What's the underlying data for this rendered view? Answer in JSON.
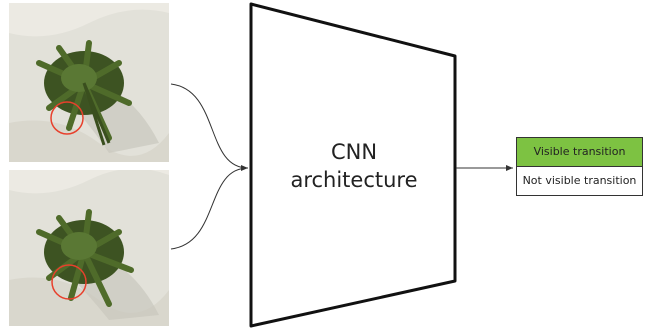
{
  "cnn": {
    "label_line1": "CNN",
    "label_line2": "architecture"
  },
  "output": {
    "highlight_color": "#7dc242",
    "classes": [
      {
        "label": "Visible transition",
        "selected": true
      },
      {
        "label": "Not visible transition",
        "selected": false
      }
    ]
  },
  "inputs": [
    {
      "image": "fern-plant-top-view",
      "highlight": "red-circle"
    },
    {
      "image": "fern-plant-top-view",
      "highlight": "red-circle"
    }
  ]
}
